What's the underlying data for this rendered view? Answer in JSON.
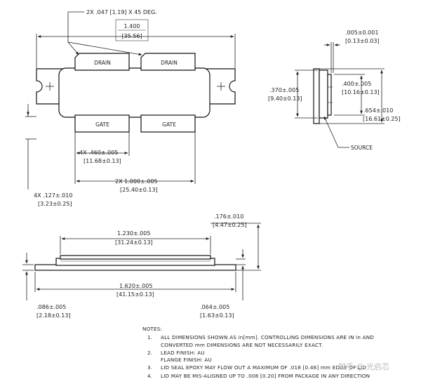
{
  "top_view": {
    "chamfer_callout": "2X .047 [1.19] X 45 DEG.",
    "overall_width_in": "1.400",
    "overall_width_mm": "[35.56]",
    "drain_left": "DRAIN",
    "drain_right": "DRAIN",
    "gate_left": "GATE",
    "gate_right": "GATE",
    "lead_width_in": "4X .460±.005",
    "lead_width_mm": "[11.68±0.13]",
    "lead_pitch_in": "2X 1.000±.005",
    "lead_pitch_mm": "[25.40±0.13]",
    "hole_radius_in": "4X .127±.010",
    "hole_radius_mm": "[3.23±0.25]"
  },
  "side_view": {
    "lead_thick_in": ".005±0.001",
    "lead_thick_mm": "[0.13±0.03]",
    "body_height_in": ".370±.005",
    "body_height_mm": "[9.40±0.13]",
    "inner_height_in": ".400±.005",
    "inner_height_mm": "[10.16±0.13]",
    "flange_height_in": ".654±.010",
    "flange_height_mm": "[16.61±0.25]",
    "source_label": "SOURCE"
  },
  "front_view": {
    "total_height_in": ".176±.010",
    "total_height_mm": "[4.47±0.25]",
    "lid_width_in": "1.230±.005",
    "lid_width_mm": "[31.24±0.13]",
    "flange_width_in": "1.620±.005",
    "flange_width_mm": "[41.15±0.13]",
    "flange_thick_in": ".086±.005",
    "flange_thick_mm": "[2.18±0.13]",
    "step_in": ".064±.005",
    "step_mm": "[1.63±0.13]"
  },
  "notes": {
    "heading": "NOTES:",
    "n1_num": "1.",
    "n1_line1": "ALL DIMENSIONS SHOWN AS in[mm]. CONTROLLING DIMENSIONS ARE IN in AND",
    "n1_line2": "CONVERTED mm DIMENSIONS ARE NOT NECESSARILY EXACT.",
    "n2_num": "2.",
    "n2_line1": "LEAD FINISH: AU",
    "n2_line2": "FLANGE FINISH: AU",
    "n3_num": "3.",
    "n3_line1": "LID SEAL EPOXY MAY FLOW OUT A MAXIMUM OF .018 [0.46] mm EDGE OF LID",
    "n4_num": "4.",
    "n4_line1": "LID MAY BE MIS-ALIGNED UP TO .008 [0.20] FROM PACKAGE IN ANY DIRECTION"
  },
  "watermark": "知乎 @ 光启芯"
}
